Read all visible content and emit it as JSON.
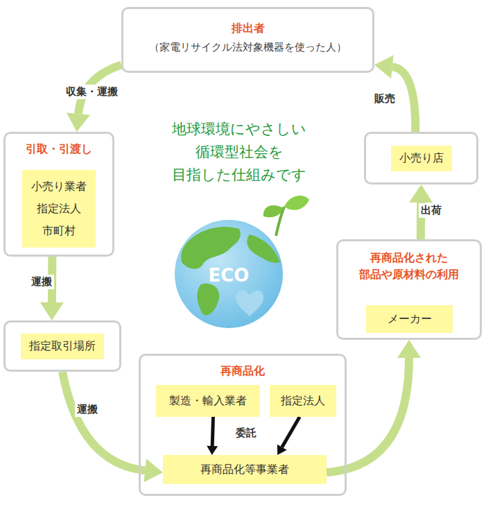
{
  "diagram": {
    "nodes": [
      {
        "text": [
          "排出者",
          "（家電リサイクル法対象機器を使った人）"
        ]
      },
      {
        "text": [
          "引取・引渡し"
        ]
      },
      {
        "text": [
          "小売り業者 指定法人 市町村"
        ],
        "in": 1
      },
      {
        "text": [
          "指定取引場所"
        ]
      },
      {
        "text": [
          "再商品化"
        ]
      },
      {
        "text": [
          "製造・輸入業者"
        ],
        "in": 4
      },
      {
        "text": [
          "指定法人"
        ],
        "in": 4
      },
      {
        "text": [
          "再商品化等事業者"
        ],
        "in": 4
      },
      {
        "text": [
          "再商品化された 部品や原材料の利用"
        ]
      },
      {
        "text": [
          "メーカー"
        ],
        "in": 8
      },
      {
        "text": [
          "小売り店"
        ]
      }
    ],
    "edges": [
      {
        "from": 0,
        "to": 1,
        "label": "収集・運搬",
        "arrow": "to"
      },
      {
        "from": 1,
        "to": 3,
        "label": "運搬",
        "arrow": "to"
      },
      {
        "from": 3,
        "to": 7,
        "label": "運搬",
        "arrow": "to"
      },
      {
        "from": 5,
        "to": 7,
        "label": "委託",
        "arrow": "to"
      },
      {
        "from": 6,
        "to": 7,
        "arrow": "to"
      },
      {
        "from": 7,
        "to": 8,
        "arrow": "to"
      },
      {
        "from": 8,
        "to": 10,
        "label": "出荷",
        "arrow": "to"
      },
      {
        "from": 10,
        "to": 0,
        "label": "販売",
        "arrow": "to"
      }
    ],
    "labels": [
      "地球環境にやさしい",
      "循環型社会を",
      "目指した仕組みです",
      "ECO"
    ]
  }
}
